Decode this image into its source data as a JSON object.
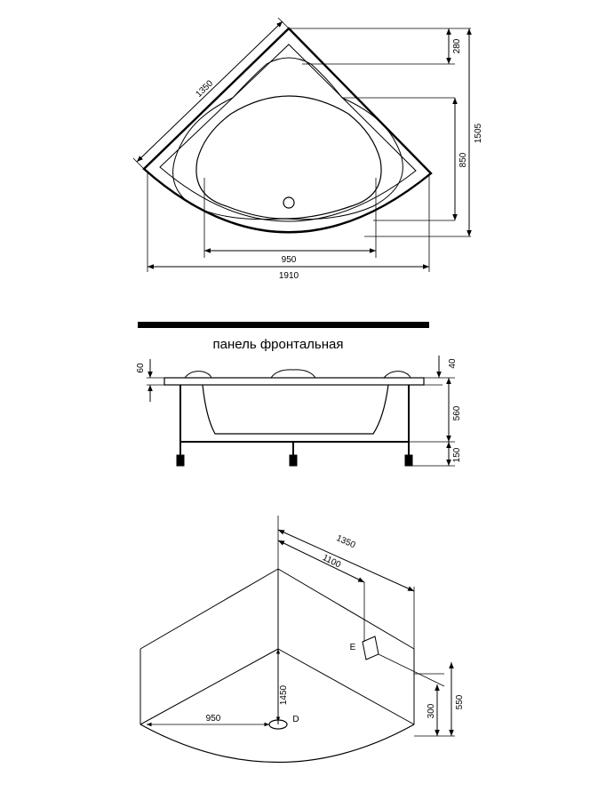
{
  "colors": {
    "ink": "#000000",
    "paper": "#ffffff"
  },
  "top_view": {
    "dim_side": "1350",
    "dim_top": "280",
    "dim_inner": "850",
    "dim_total_depth": "1505",
    "dim_inner_width": "950",
    "dim_total_width": "1910"
  },
  "front_view": {
    "caption": "панель фронтальная",
    "dim_rim_left": "60",
    "dim_rim_right": "40",
    "dim_height": "560",
    "dim_legs": "150"
  },
  "installation_view": {
    "dim_side": "1350",
    "dim_outlet": "1100",
    "label_e": "E",
    "dim_e_height": "300",
    "dim_e_total": "550",
    "dim_drain_depth": "1450",
    "dim_drain_width": "950",
    "label_d": "D"
  }
}
